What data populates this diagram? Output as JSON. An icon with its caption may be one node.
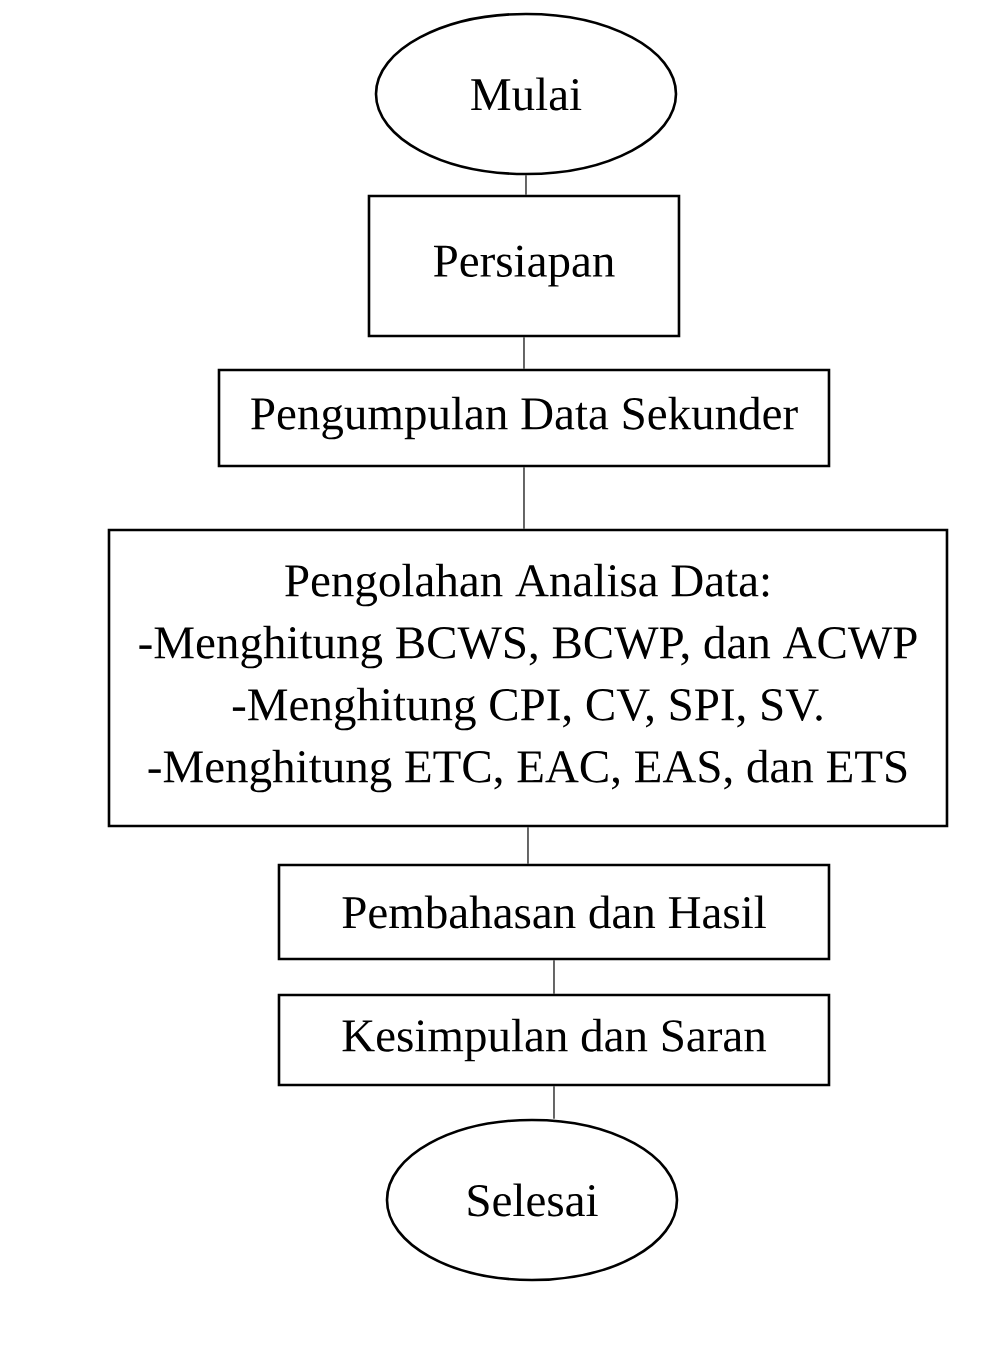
{
  "diagram": {
    "nodes": [
      {
        "text": [
          "Mulai"
        ]
      },
      {
        "text": [
          "Persiapan"
        ]
      },
      {
        "text": [
          "Pengumpulan Data Sekunder"
        ]
      },
      {
        "text": [
          "Pengolahan Analisa Data:",
          "-Menghitung BCWS, BCWP, dan ACWP",
          "-Menghitung CPI, CV, SPI, SV.",
          "-Menghitung ETC, EAC, EAS, dan ETS"
        ]
      },
      {
        "text": [
          "Pembahasan dan Hasil"
        ]
      },
      {
        "text": [
          "Kesimpulan dan Saran"
        ]
      },
      {
        "text": [
          "Selesai"
        ]
      }
    ],
    "edges": [
      {
        "from": 0,
        "to": 1,
        "arrow": "none"
      },
      {
        "from": 1,
        "to": 2,
        "arrow": "none"
      },
      {
        "from": 2,
        "to": 3,
        "arrow": "none"
      },
      {
        "from": 3,
        "to": 4,
        "arrow": "none"
      },
      {
        "from": 4,
        "to": 5,
        "arrow": "none"
      },
      {
        "from": 5,
        "to": 6,
        "arrow": "none"
      }
    ]
  }
}
